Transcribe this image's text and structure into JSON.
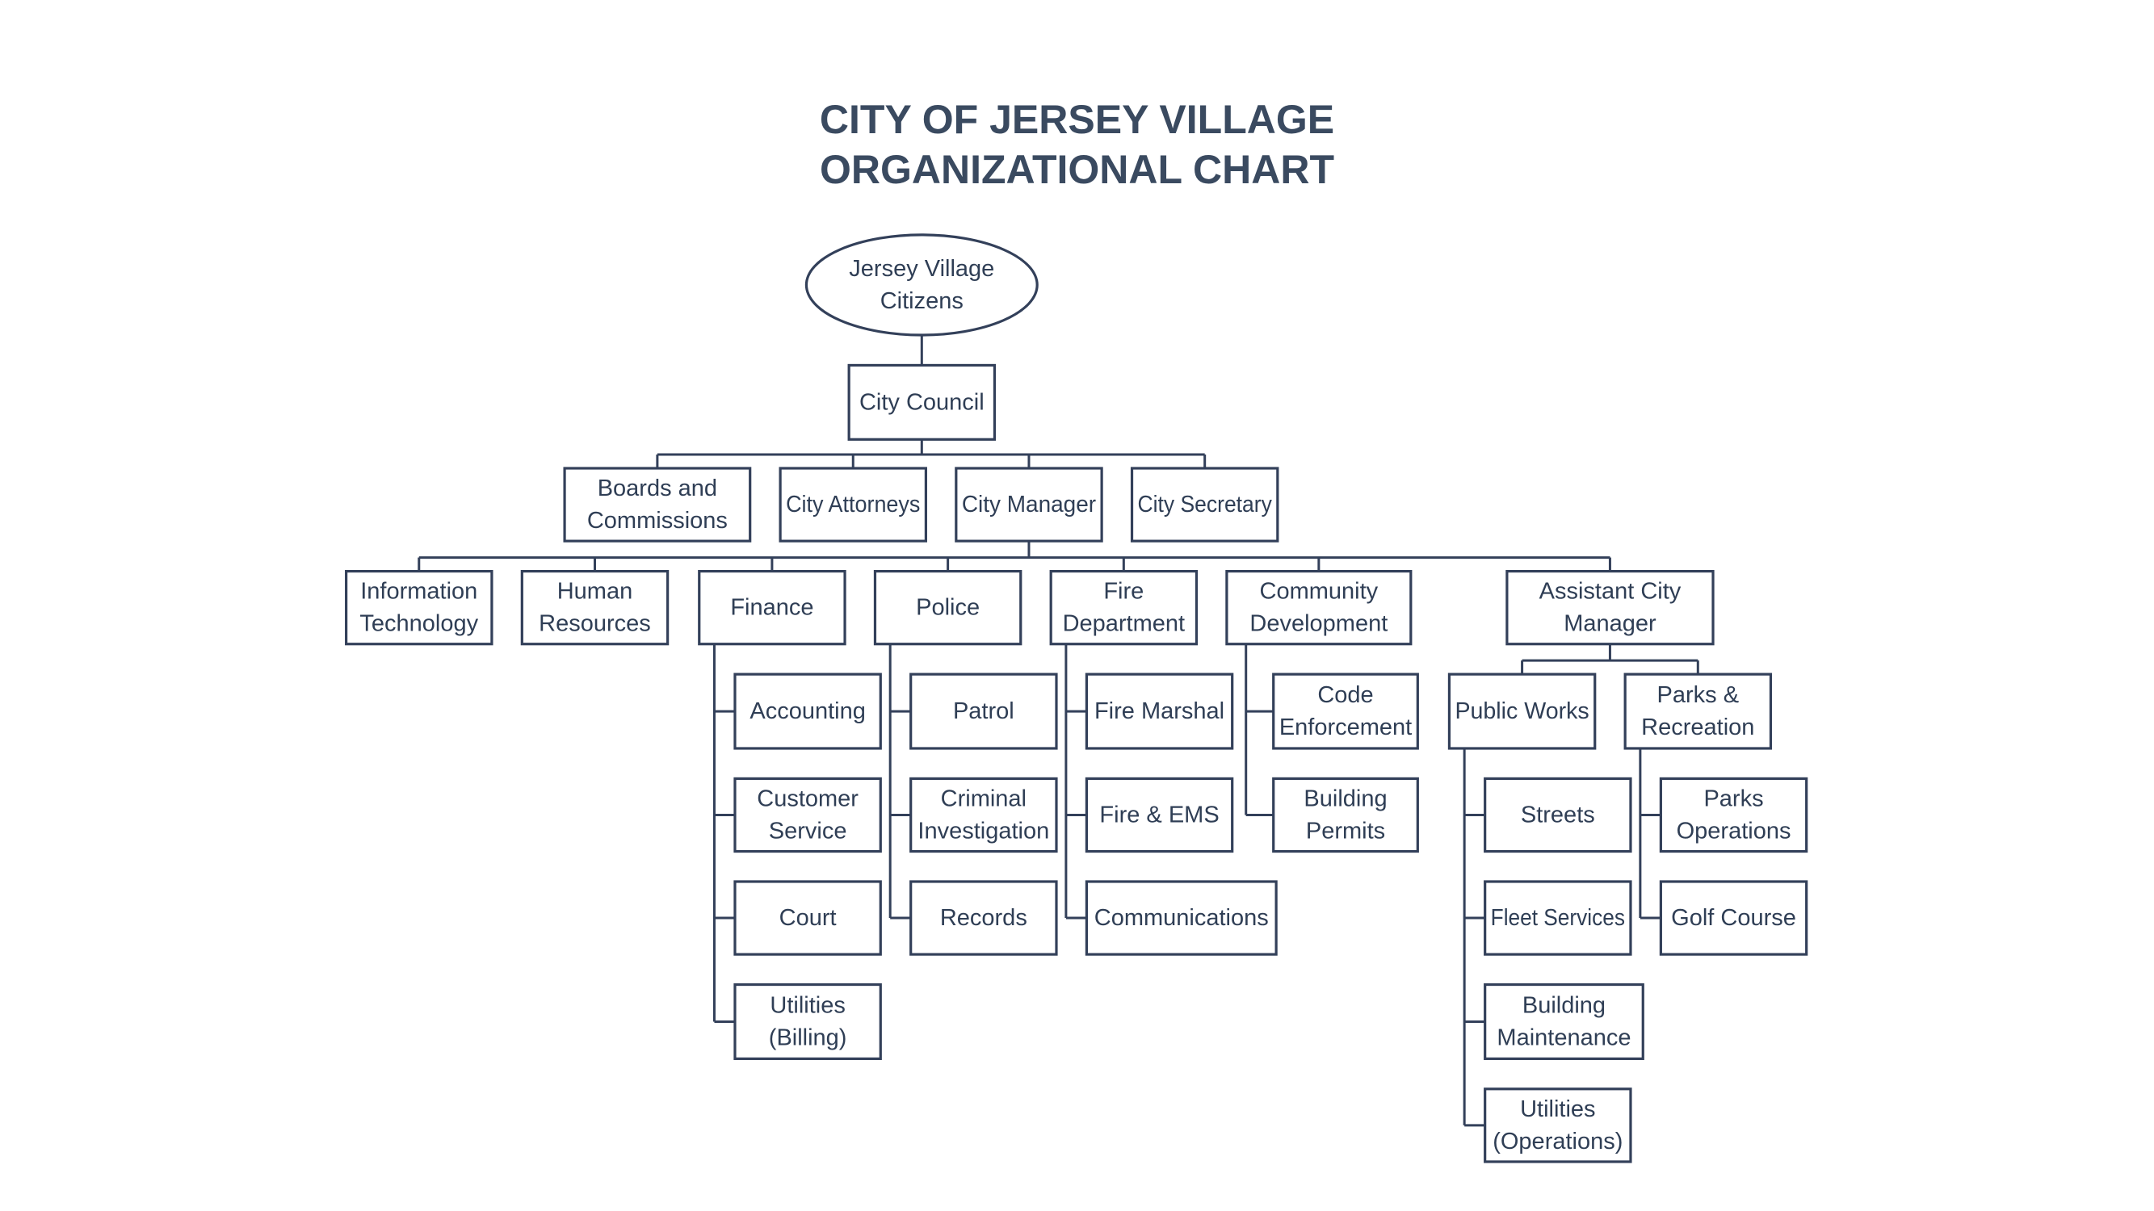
{
  "title": {
    "line1": "CITY OF JERSEY VILLAGE",
    "line2": "ORGANIZATIONAL CHART"
  },
  "colors": {
    "stroke": "#33405a",
    "text": "#2f3e55",
    "title": "#3a4a60",
    "background": "#ffffff"
  },
  "nodes": [
    {
      "id": "citizens",
      "shape": "ellipse",
      "lines": [
        "Jersey Village",
        "Citizens"
      ]
    },
    {
      "id": "city-council",
      "lines": [
        "City Council"
      ]
    },
    {
      "id": "boards",
      "lines": [
        "Boards and",
        "Commissions"
      ]
    },
    {
      "id": "city-attorneys",
      "lines": [
        "City Attorneys"
      ]
    },
    {
      "id": "city-manager",
      "lines": [
        "City Manager"
      ]
    },
    {
      "id": "city-secretary",
      "lines": [
        "City Secretary"
      ]
    },
    {
      "id": "information-technology",
      "lines": [
        "Information",
        "Technology"
      ]
    },
    {
      "id": "human-resources",
      "lines": [
        "Human",
        "Resources"
      ]
    },
    {
      "id": "finance",
      "lines": [
        "Finance"
      ]
    },
    {
      "id": "police",
      "lines": [
        "Police"
      ]
    },
    {
      "id": "fire-department",
      "lines": [
        "Fire",
        "Department"
      ]
    },
    {
      "id": "community-development",
      "lines": [
        "Community",
        "Development"
      ]
    },
    {
      "id": "assistant-city-manager",
      "lines": [
        "Assistant City",
        "Manager"
      ]
    },
    {
      "id": "accounting",
      "lines": [
        "Accounting"
      ]
    },
    {
      "id": "customer-service",
      "lines": [
        "Customer",
        "Service"
      ]
    },
    {
      "id": "court",
      "lines": [
        "Court"
      ]
    },
    {
      "id": "utilities-billing",
      "lines": [
        "Utilities",
        "(Billing)"
      ]
    },
    {
      "id": "patrol",
      "lines": [
        "Patrol"
      ]
    },
    {
      "id": "criminal-investigation",
      "lines": [
        "Criminal",
        "Investigation"
      ]
    },
    {
      "id": "records",
      "lines": [
        "Records"
      ]
    },
    {
      "id": "fire-marshal",
      "lines": [
        "Fire Marshal"
      ]
    },
    {
      "id": "fire-ems",
      "lines": [
        "Fire & EMS"
      ]
    },
    {
      "id": "communications",
      "lines": [
        "Communications"
      ]
    },
    {
      "id": "code-enforcement",
      "lines": [
        "Code",
        "Enforcement"
      ]
    },
    {
      "id": "building-permits",
      "lines": [
        "Building",
        "Permits"
      ]
    },
    {
      "id": "public-works",
      "lines": [
        "Public Works"
      ]
    },
    {
      "id": "parks-recreation",
      "lines": [
        "Parks &",
        "Recreation"
      ]
    },
    {
      "id": "streets",
      "lines": [
        "Streets"
      ]
    },
    {
      "id": "fleet-services",
      "lines": [
        "Fleet Services"
      ]
    },
    {
      "id": "building-maintenance",
      "lines": [
        "Building",
        "Maintenance"
      ]
    },
    {
      "id": "utilities-operations",
      "lines": [
        "Utilities",
        "(Operations)"
      ]
    },
    {
      "id": "parks-operations",
      "lines": [
        "Parks",
        "Operations"
      ]
    },
    {
      "id": "golf-course",
      "lines": [
        "Golf Course"
      ]
    }
  ],
  "edges": [
    [
      "citizens",
      "city-council"
    ],
    [
      "city-council",
      "boards"
    ],
    [
      "city-council",
      "city-attorneys"
    ],
    [
      "city-council",
      "city-manager"
    ],
    [
      "city-council",
      "city-secretary"
    ],
    [
      "city-manager",
      "information-technology"
    ],
    [
      "city-manager",
      "human-resources"
    ],
    [
      "city-manager",
      "finance"
    ],
    [
      "city-manager",
      "police"
    ],
    [
      "city-manager",
      "fire-department"
    ],
    [
      "city-manager",
      "community-development"
    ],
    [
      "city-manager",
      "assistant-city-manager"
    ],
    [
      "finance",
      "accounting"
    ],
    [
      "finance",
      "customer-service"
    ],
    [
      "finance",
      "court"
    ],
    [
      "finance",
      "utilities-billing"
    ],
    [
      "police",
      "patrol"
    ],
    [
      "police",
      "criminal-investigation"
    ],
    [
      "police",
      "records"
    ],
    [
      "fire-department",
      "fire-marshal"
    ],
    [
      "fire-department",
      "fire-ems"
    ],
    [
      "fire-department",
      "communications"
    ],
    [
      "community-development",
      "code-enforcement"
    ],
    [
      "community-development",
      "building-permits"
    ],
    [
      "assistant-city-manager",
      "public-works"
    ],
    [
      "assistant-city-manager",
      "parks-recreation"
    ],
    [
      "public-works",
      "streets"
    ],
    [
      "public-works",
      "fleet-services"
    ],
    [
      "public-works",
      "building-maintenance"
    ],
    [
      "public-works",
      "utilities-operations"
    ],
    [
      "parks-recreation",
      "parks-operations"
    ],
    [
      "parks-recreation",
      "golf-course"
    ]
  ]
}
